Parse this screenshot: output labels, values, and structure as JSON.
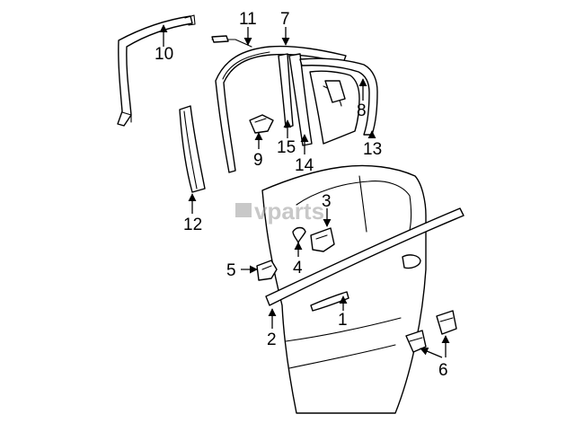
{
  "watermark": {
    "text": "vparts"
  },
  "callouts": [
    "1",
    "2",
    "3",
    "4",
    "5",
    "6",
    "7",
    "8",
    "9",
    "10",
    "11",
    "12",
    "13",
    "14",
    "15"
  ],
  "colors": {
    "ink": "#000000",
    "paper": "#ffffff",
    "watermark": "#9a9a9a"
  }
}
